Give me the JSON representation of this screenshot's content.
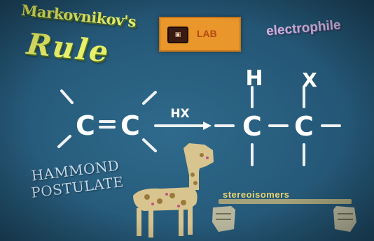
{
  "texts": {
    "title_line1": "Markovnikov's",
    "title_line2": "Rule",
    "lab_label": "LAB",
    "electrophile": "electrophile",
    "hammond_line1": "HAMMOND",
    "hammond_line2": "POSTULATE",
    "stereoisomers": "stereoisomers"
  },
  "reaction": {
    "reactant_atom1": "C",
    "reactant_atom2": "C",
    "reagent": "HX",
    "product_atom1": "C",
    "product_atom2": "C",
    "substituent_h": "H",
    "substituent_x": "X"
  },
  "colors": {
    "background": "#275c7c",
    "title": "#e8f06a",
    "lab_box": "#e9962b",
    "electrophile": "#c8b6dc",
    "chemistry": "#ffffff",
    "hammond": "#c6d8ea",
    "stereo": "#e8d470"
  },
  "icons": [
    "lab-badge-icon",
    "giraffe-figure",
    "left-hand-icon",
    "right-hand-icon"
  ]
}
